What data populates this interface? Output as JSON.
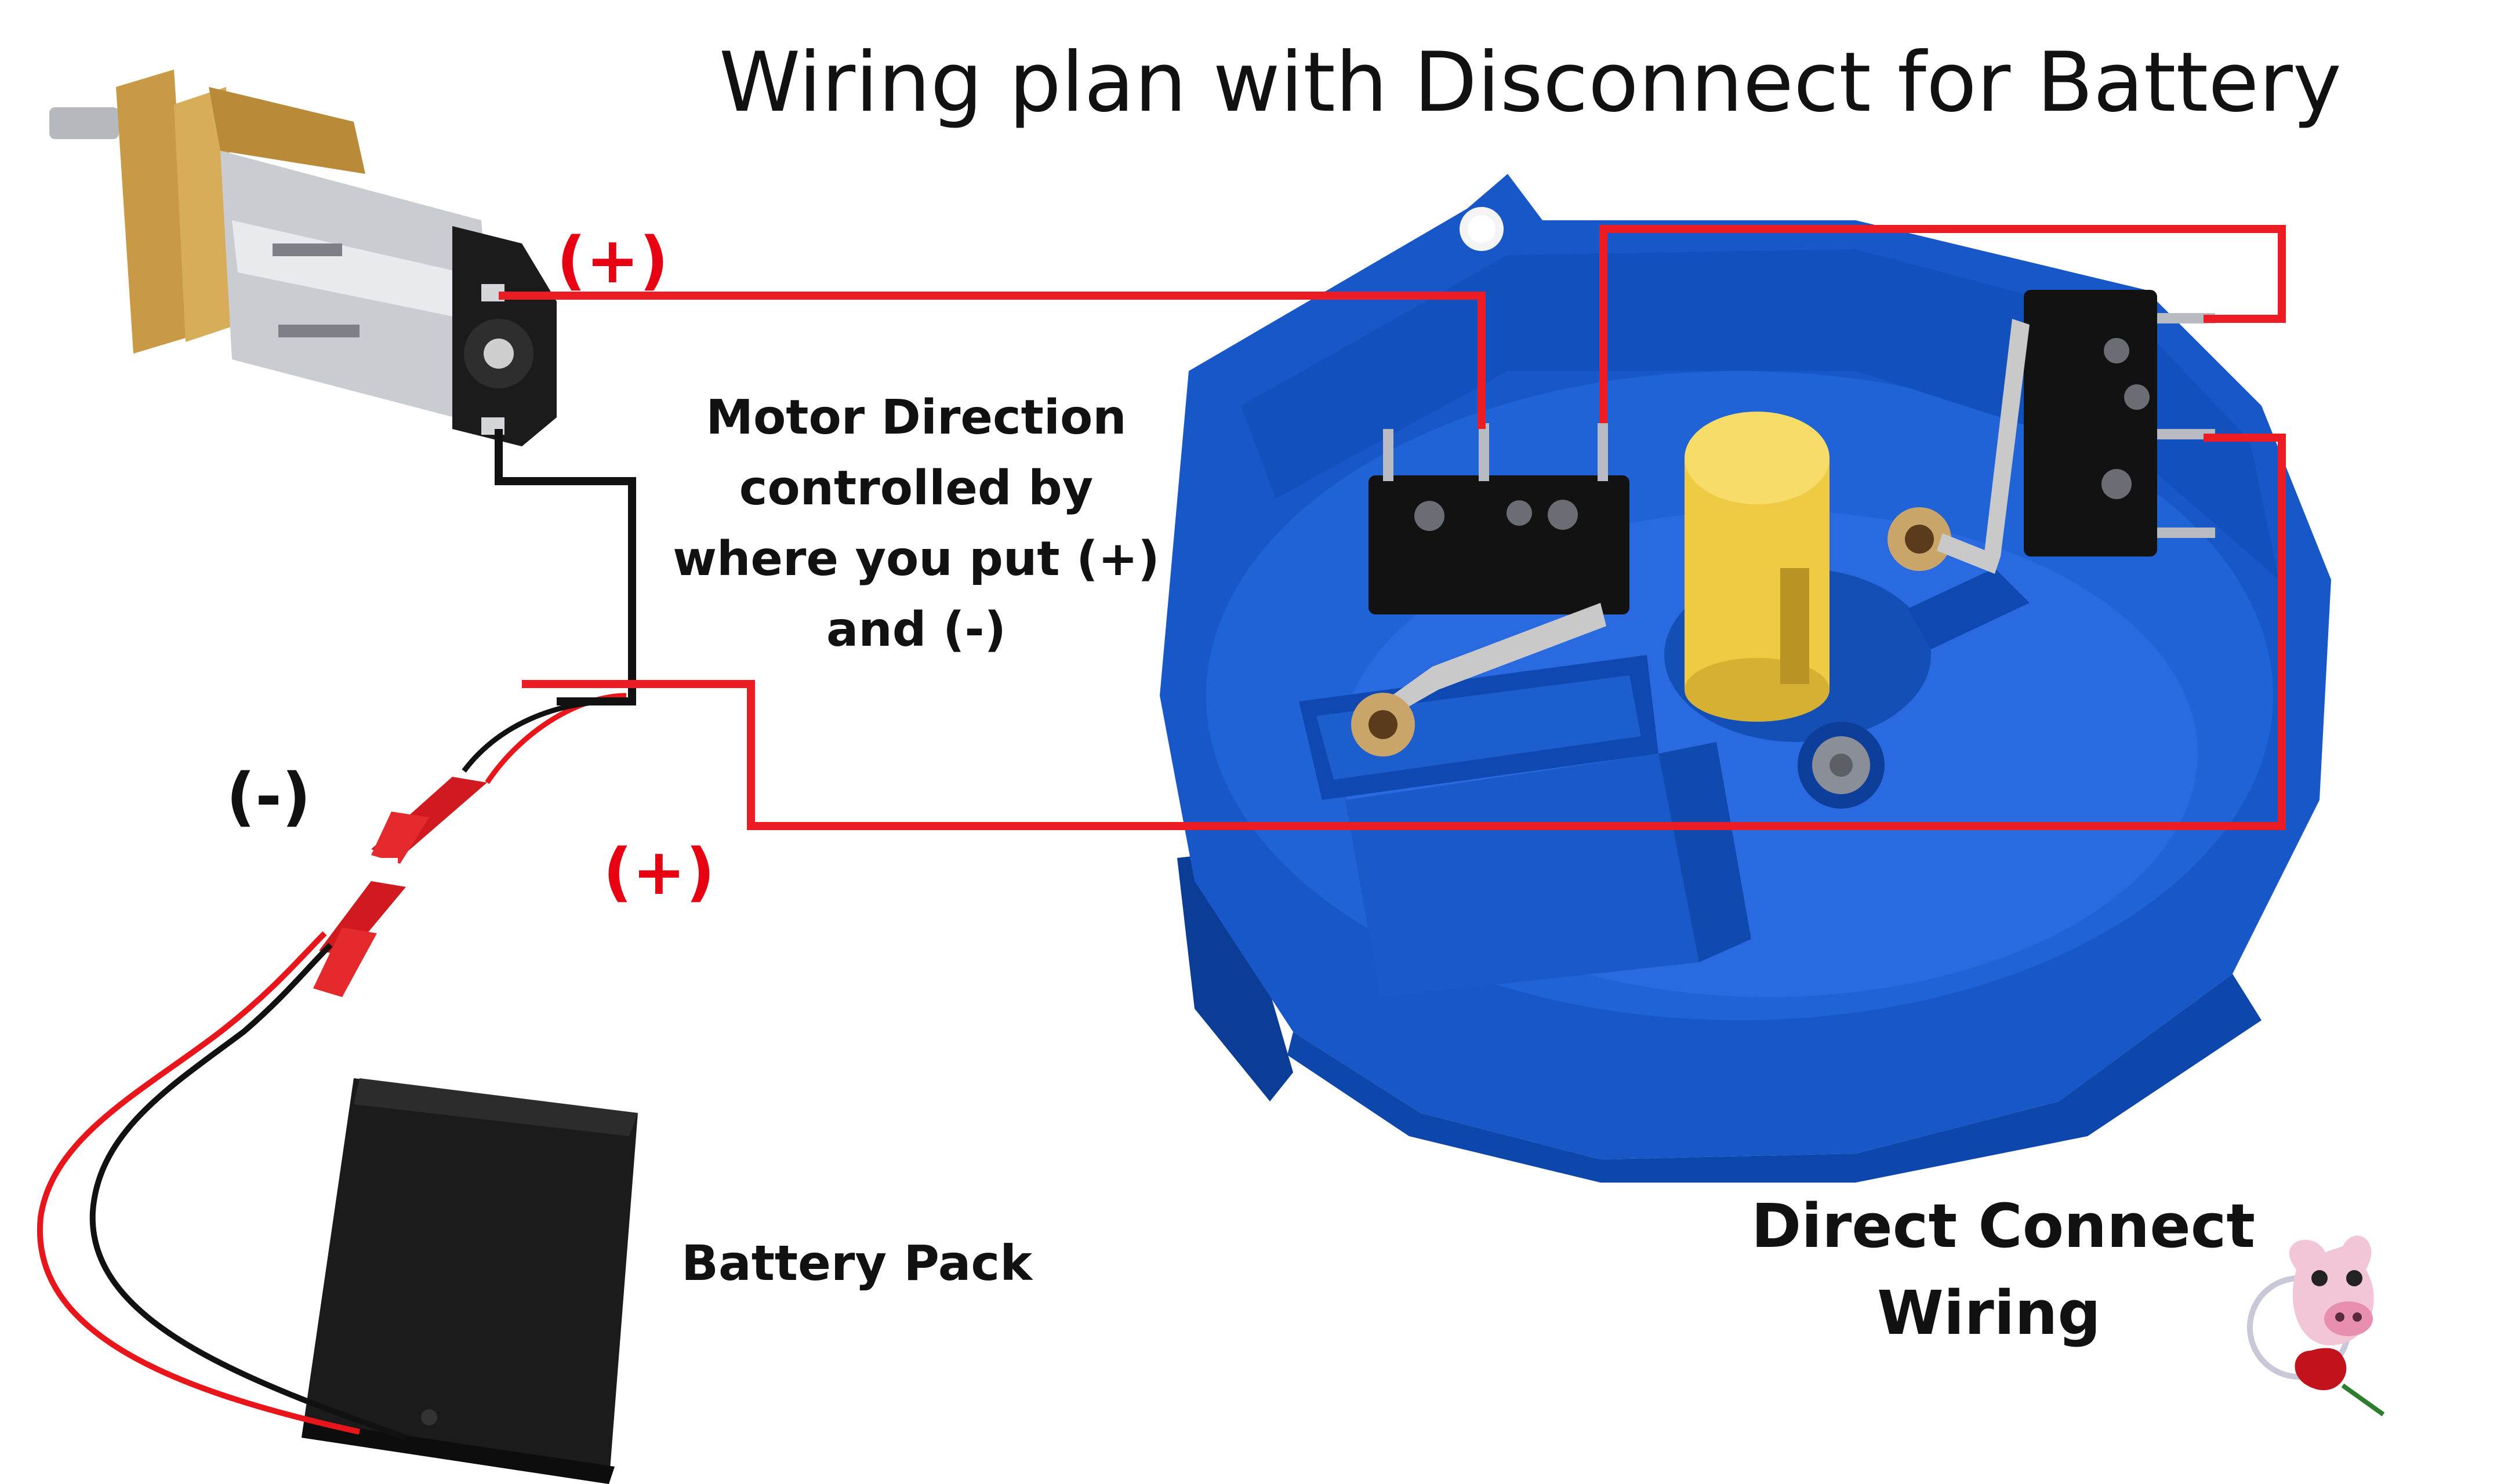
{
  "diagram": {
    "title": "Wiring plan with Disconnect for Battery",
    "motor_direction_lines": [
      "Motor Direction",
      "controlled by",
      "where you put (+)",
      "and (-)"
    ],
    "label_motor_positive": "(+)",
    "label_negative": "(-)",
    "label_battery_positive": "(+)",
    "battery_label": "Battery Pack",
    "direct_connect_lines": [
      "Direct Connect",
      "Wiring"
    ]
  },
  "colors": {
    "positive_wire": "#e8151b",
    "negative_wire": "#111111",
    "enclosure_blue": "#1757c8",
    "enclosure_dark": "#0b3c96",
    "cam_yellow": "#f2d250",
    "switch_body": "#121212",
    "motor_silver": "#c9ccd1",
    "gear_brass": "#c89a45"
  },
  "icons": [
    "gear-motor-icon",
    "limit-switch-icon",
    "battery-pack-icon",
    "connector-plug-icon",
    "pig-mascot-logo"
  ]
}
